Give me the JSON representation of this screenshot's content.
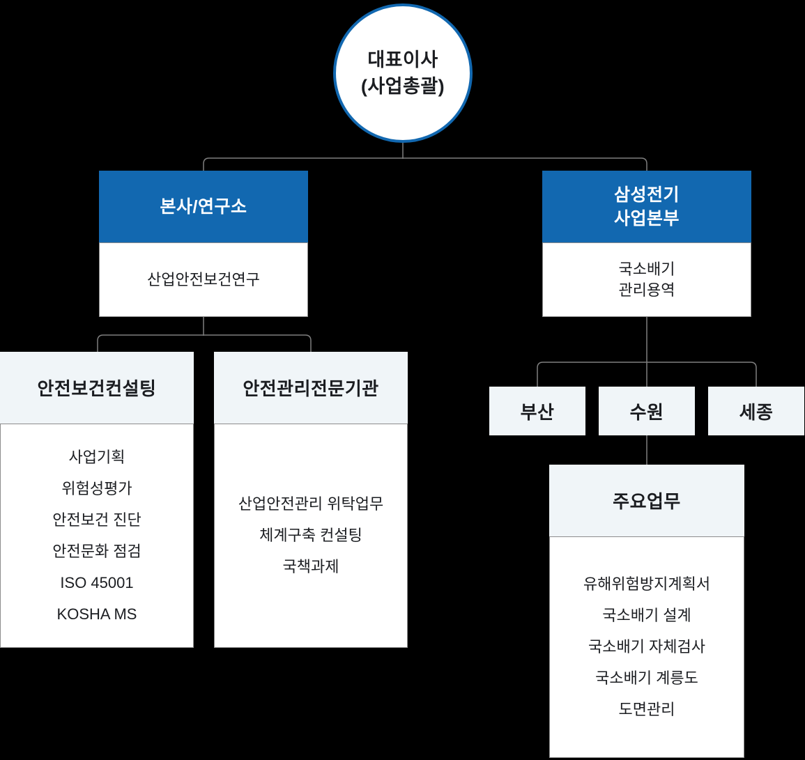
{
  "colors": {
    "accent_blue": "#1268b0",
    "light_header": "#f0f5f8",
    "body_white": "#ffffff",
    "border_gray": "#8c8c8c",
    "line_gray": "#7f7f7f",
    "background": "#000000",
    "text_dark": "#1b1d21"
  },
  "root": {
    "line1": "대표이사",
    "line2": "(사업총괄)"
  },
  "hq": {
    "title": "본사/연구소",
    "body": "산업안전보건연구",
    "consulting": {
      "title": "안전보건컨설팅",
      "items": [
        "사업기획",
        "위험성평가",
        "안전보건 진단",
        "안전문화 점검",
        "ISO 45001",
        "KOSHA MS"
      ]
    },
    "agency": {
      "title": "안전관리전문기관",
      "items": [
        "산업안전관리 위탁업무",
        "체계구축 컨설팅",
        "국책과제"
      ]
    }
  },
  "semco": {
    "title_line1": "삼성전기",
    "title_line2": "사업본부",
    "body_line1": "국소배기",
    "body_line2": "관리용역",
    "sites": [
      "부산",
      "수원",
      "세종"
    ],
    "tasks": {
      "title": "주요업무",
      "items": [
        "유해위험방지계획서",
        "국소배기 설계",
        "국소배기 자체검사",
        "국소배기 계릉도",
        "도면관리"
      ]
    }
  }
}
